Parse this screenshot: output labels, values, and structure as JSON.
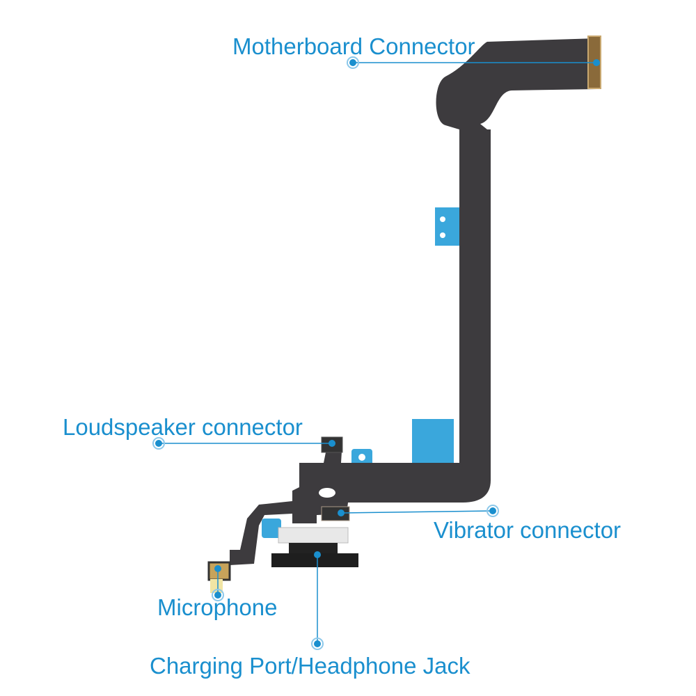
{
  "labels": {
    "motherboard": "Motherboard Connector",
    "loudspeaker": "Loudspeaker connector",
    "vibrator": "Vibrator connector",
    "microphone": "Microphone",
    "charging": "Charging Port/Headphone Jack"
  },
  "colors": {
    "accent": "#1a8fce",
    "cable": "#3a3a3c",
    "tape": "#3aa7dc"
  }
}
